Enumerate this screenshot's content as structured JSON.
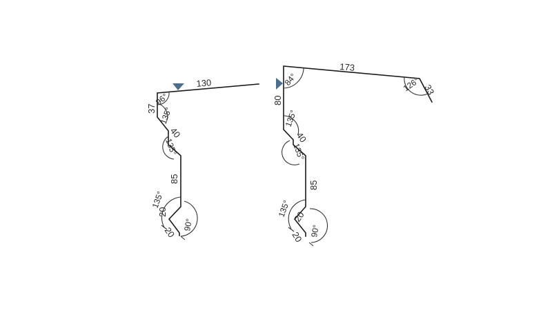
{
  "colors": {
    "line": "#1a1a1a",
    "marker": "#4a6f8e",
    "background": "#ffffff"
  },
  "profile_left": {
    "dims": {
      "top": "130",
      "short": "37",
      "seg_diag_1": "40",
      "seg_vertical": "85",
      "hem_1": "20",
      "hem_2": "20"
    },
    "angles": {
      "top": "96°",
      "bend_1": "135°",
      "bend_2": "135°",
      "bend_3": "135°",
      "hem": "90°"
    }
  },
  "profile_right": {
    "dims": {
      "top": "173",
      "end": "33",
      "left": "80",
      "seg_diag_1": "40",
      "seg_vertical": "85",
      "hem_1": "20",
      "hem_2": "20"
    },
    "angles": {
      "top_left": "84°",
      "top_right": "126°",
      "bend_1": "135°",
      "bend_2": "135°",
      "bend_3": "135°",
      "hem": "90°"
    }
  }
}
